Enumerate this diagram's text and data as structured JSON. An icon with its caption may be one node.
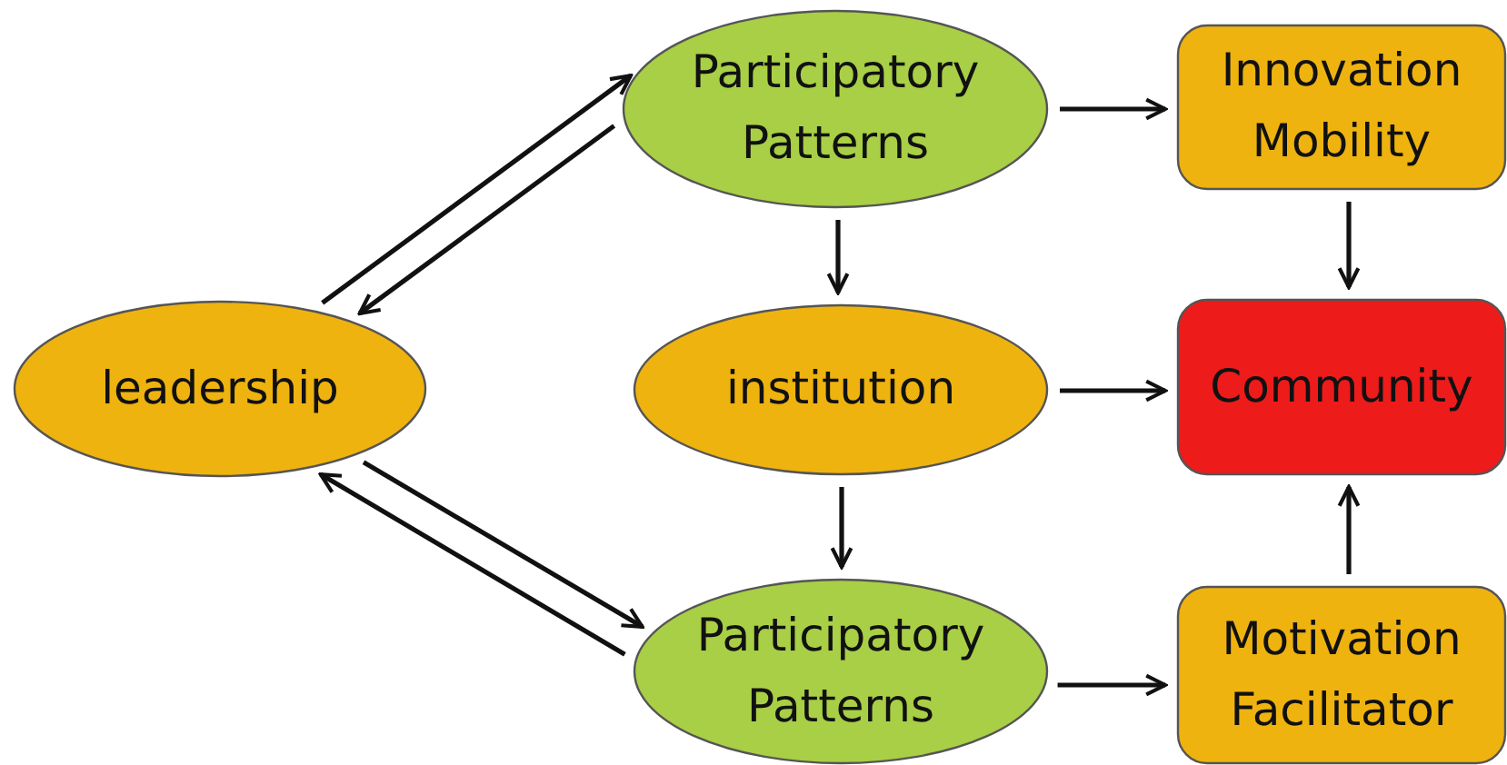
{
  "diagram": {
    "nodes": [
      {
        "text": [
          "leadership"
        ]
      },
      {
        "text": [
          "Participatory Patterns"
        ]
      },
      {
        "text": [
          "institution"
        ]
      },
      {
        "text": [
          "Participatory Patterns"
        ]
      },
      {
        "text": [
          "Innovation Mobility"
        ]
      },
      {
        "text": [
          "Community"
        ]
      },
      {
        "text": [
          "Motivation Facilitator"
        ]
      }
    ],
    "edges": [
      {
        "from": 0,
        "to": 1,
        "arrow": "to"
      },
      {
        "from": 1,
        "to": 0,
        "arrow": "to"
      },
      {
        "from": 0,
        "to": 3,
        "arrow": "to"
      },
      {
        "from": 3,
        "to": 0,
        "arrow": "to"
      },
      {
        "from": 1,
        "to": 4,
        "arrow": "to"
      },
      {
        "from": 1,
        "to": 2,
        "arrow": "to"
      },
      {
        "from": 2,
        "to": 5,
        "arrow": "to"
      },
      {
        "from": 2,
        "to": 3,
        "arrow": "to"
      },
      {
        "from": 4,
        "to": 5,
        "arrow": "to"
      },
      {
        "from": 6,
        "to": 5,
        "arrow": "to"
      },
      {
        "from": 3,
        "to": 6,
        "arrow": "to"
      }
    ]
  }
}
